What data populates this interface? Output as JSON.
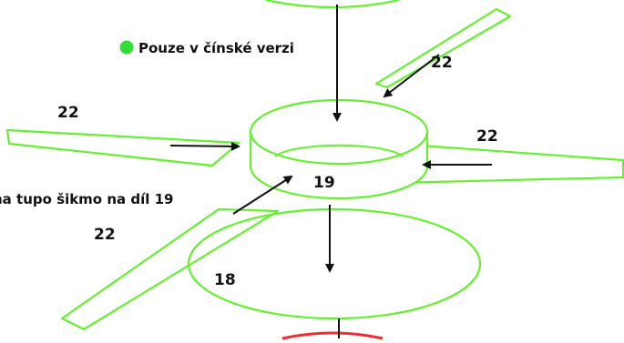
{
  "legend": {
    "text": "Pouze v čínské verzi",
    "dot_color": "#33dd33"
  },
  "labels": {
    "part_22_top_right": "22",
    "part_22_left": "22",
    "part_22_right": "22",
    "part_22_bottom_left": "22",
    "part_19": "19",
    "part_18": "18",
    "note": "na tupo šikmo na díl 19"
  },
  "colors": {
    "outline": "#66ee33",
    "arrow": "#111111",
    "bottom_part": "#e83030"
  }
}
